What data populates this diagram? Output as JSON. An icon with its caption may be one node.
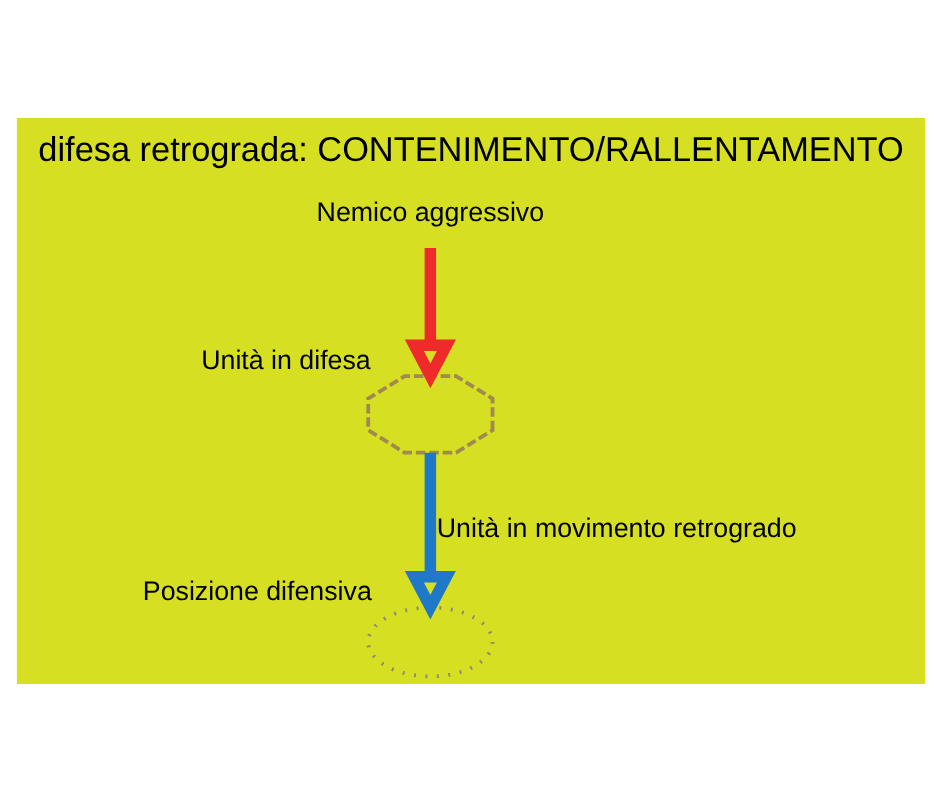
{
  "diagram": {
    "title": "difesa retrograda: CONTENIMENTO/RALLENTAMENTO",
    "nodes": [
      {
        "text": [
          "Nemico aggressivo"
        ]
      },
      {
        "text": [],
        "shape": "gear",
        "beside": [
          "Unità in difesa"
        ]
      },
      {
        "text": [],
        "shape": "ellipse",
        "beside": [
          "Posizione difensiva"
        ]
      }
    ],
    "edges": [
      {
        "from": 0,
        "to": 1,
        "arrow": "to",
        "color": "#ee2a2a"
      },
      {
        "from": 1,
        "to": 2,
        "arrow": "to",
        "color": "#1f78c8",
        "label": "Unità in movimento retrogrado"
      }
    ]
  }
}
